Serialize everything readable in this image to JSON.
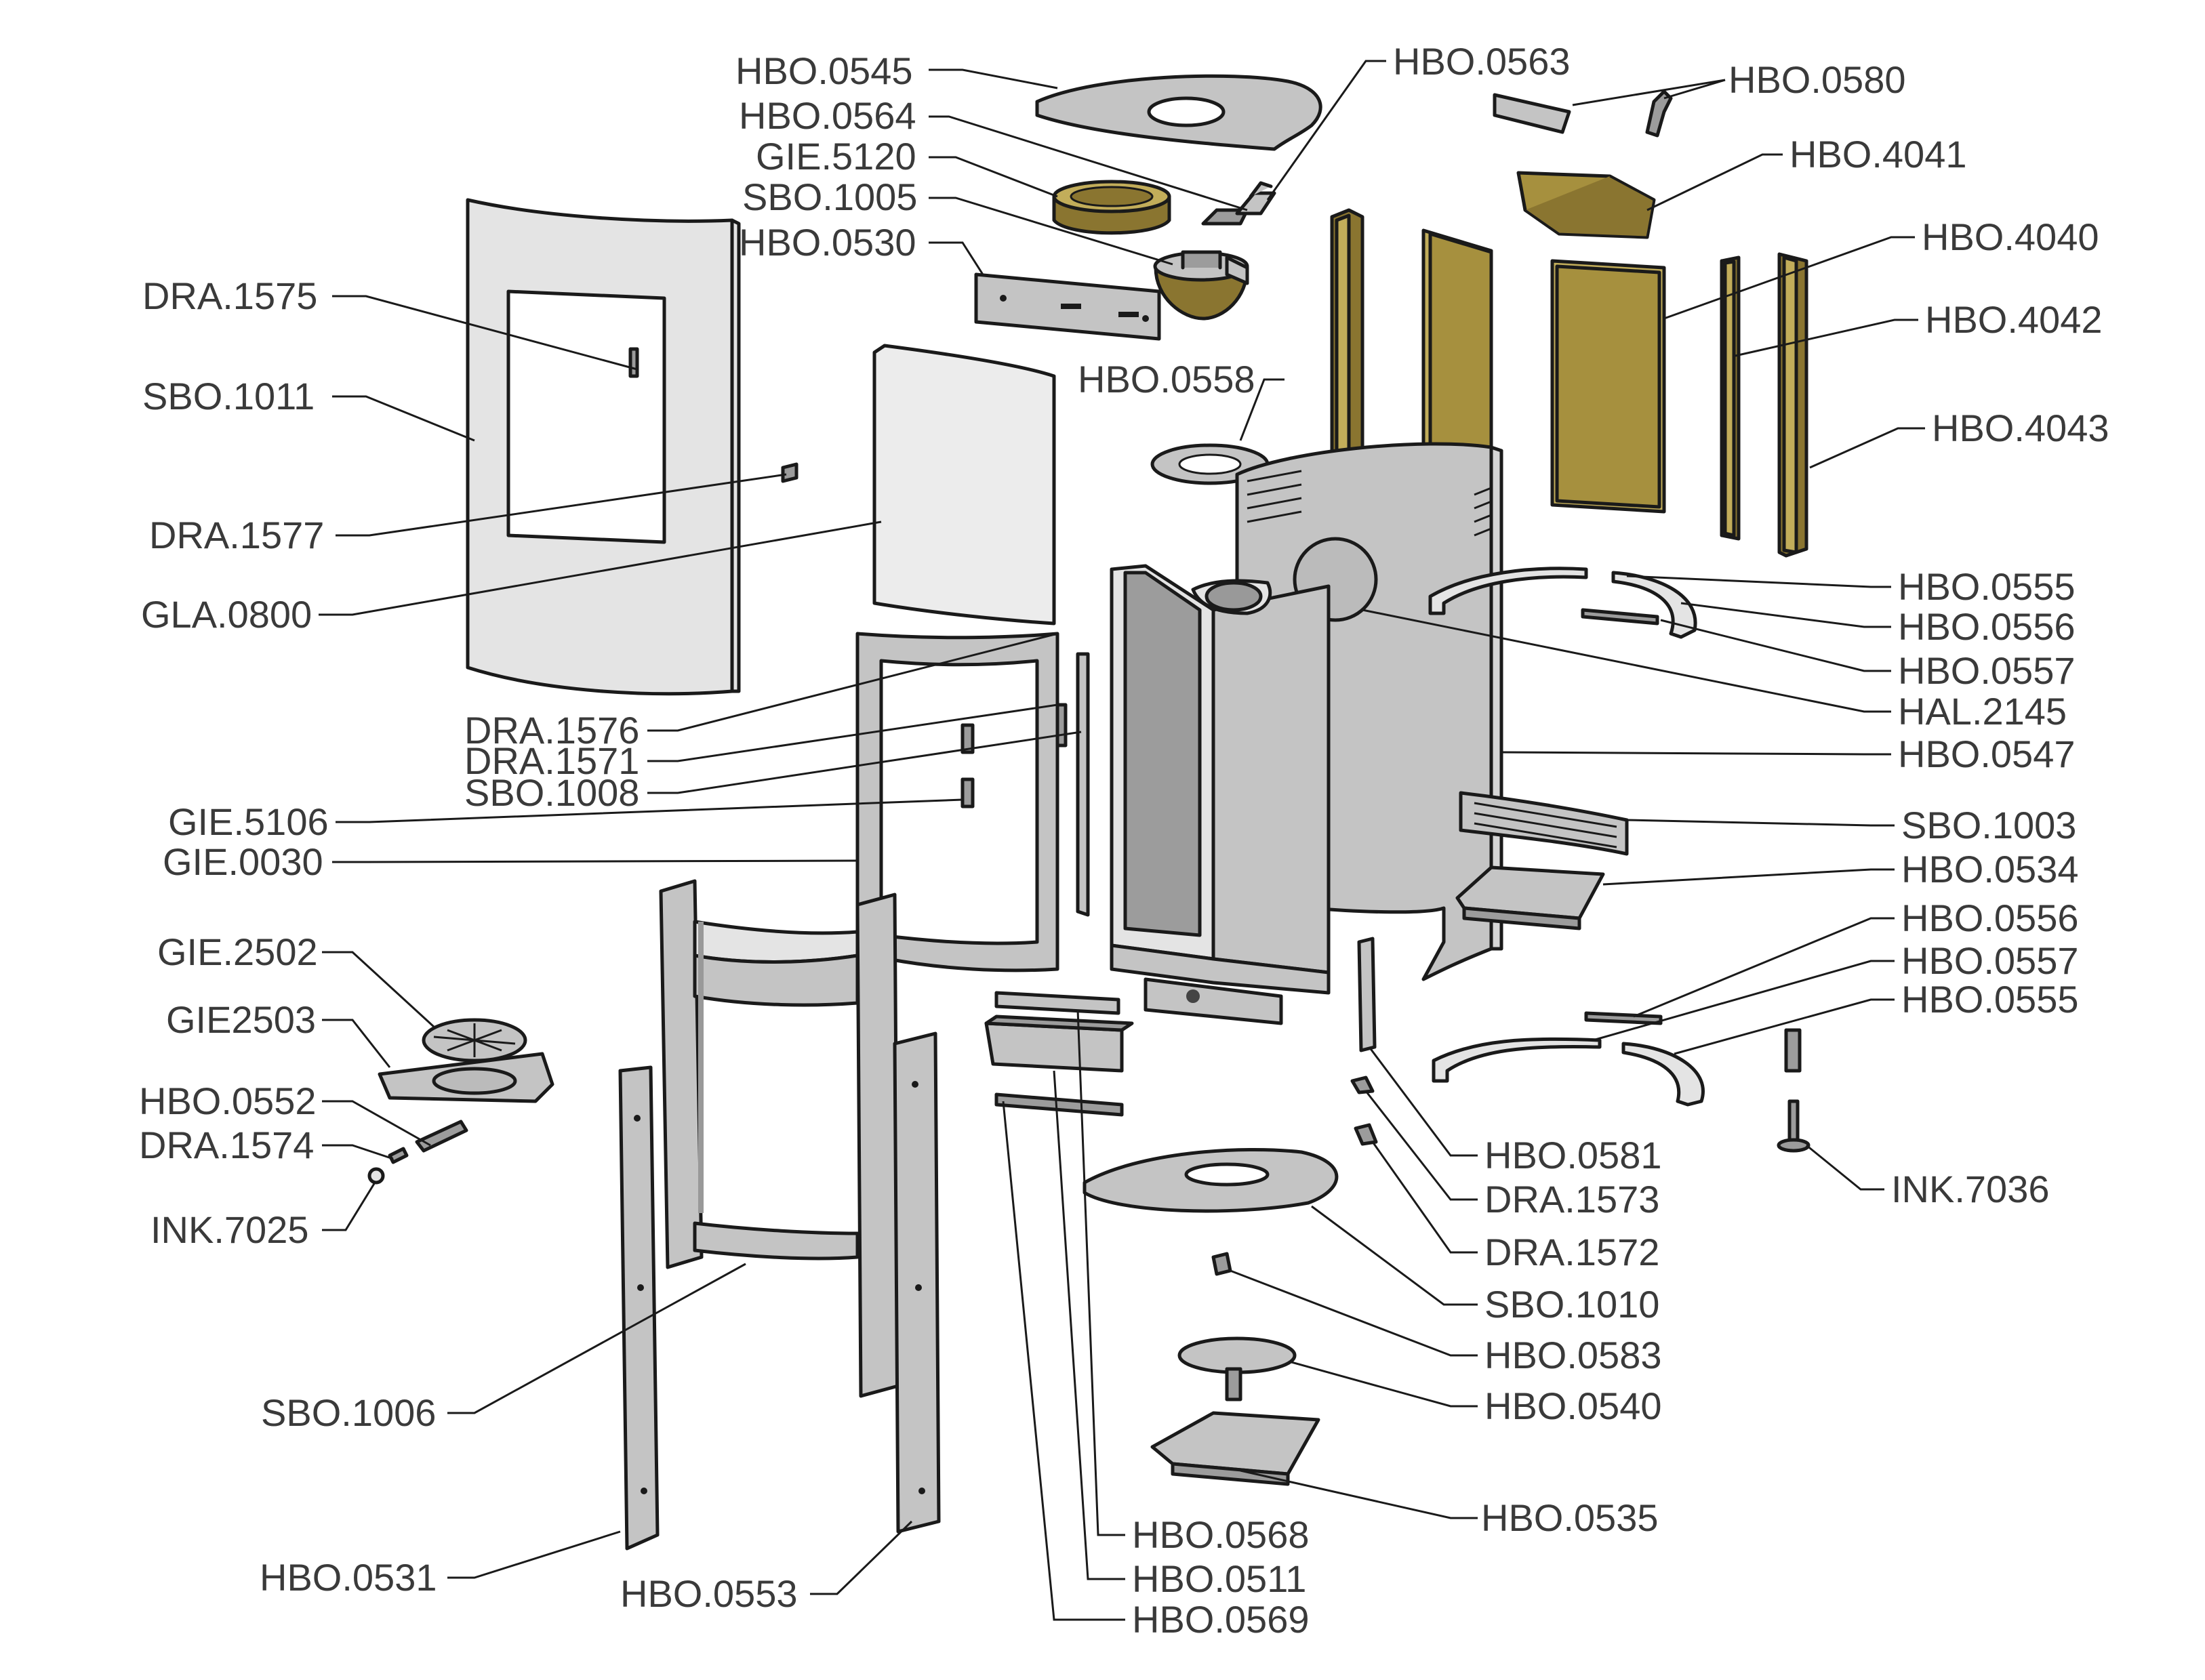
{
  "labels": {
    "HBO_0545": "HBO.0545",
    "HBO_0564": "HBO.0564",
    "GIE_5120": "GIE.5120",
    "SBO_1005": "SBO.1005",
    "HBO_0530": "HBO.0530",
    "HBO_0563": "HBO.0563",
    "HBO_0580": "HBO.0580",
    "HBO_4041": "HBO.4041",
    "HBO_4040": "HBO.4040",
    "HBO_4042": "HBO.4042",
    "HBO_4043": "HBO.4043",
    "DRA_1575": "DRA.1575",
    "SBO_1011": "SBO.1011",
    "DRA_1577": "DRA.1577",
    "GLA_0800": "GLA.0800",
    "HBO_0558": "HBO.0558",
    "HBO_0555_a": "HBO.0555",
    "HBO_0556_a": "HBO.0556",
    "HBO_0557_a": "HBO.0557",
    "HAL_2145": "HAL.2145",
    "HBO_0547": "HBO.0547",
    "DRA_1576": "DRA.1576",
    "DRA_1571": "DRA.1571",
    "SBO_1008": "SBO.1008",
    "GIE_5106": "GIE.5106",
    "GIE_0030": "GIE.0030",
    "SBO_1003": "SBO.1003",
    "HBO_0534": "HBO.0534",
    "HBO_0556_b": "HBO.0556",
    "HBO_0557_b": "HBO.0557",
    "HBO_0555_b": "HBO.0555",
    "GIE_2502": "GIE.2502",
    "GIE2503": "GIE2503",
    "HBO_0552": "HBO.0552",
    "DRA_1574": "DRA.1574",
    "INK_7025": "INK.7025",
    "HBO_0581": "HBO.0581",
    "INK_7036": "INK.7036",
    "DRA_1573": "DRA.1573",
    "DRA_1572": "DRA.1572",
    "SBO_1010": "SBO.1010",
    "HBO_0583": "HBO.0583",
    "HBO_0540": "HBO.0540",
    "SBO_1006": "SBO.1006",
    "HBO_0535": "HBO.0535",
    "HBO_0568": "HBO.0568",
    "HBO_0511": "HBO.0511",
    "HBO_0569": "HBO.0569",
    "HBO_0531": "HBO.0531",
    "HBO_0553": "HBO.0553"
  },
  "colors": {
    "steel": "#c4c4c4",
    "steel_light": "#e4e4e4",
    "steel_dark": "#9c9c9c",
    "brass": "#a6903e",
    "outline": "#1a1a1a",
    "label_text": "#3a3a3a"
  }
}
